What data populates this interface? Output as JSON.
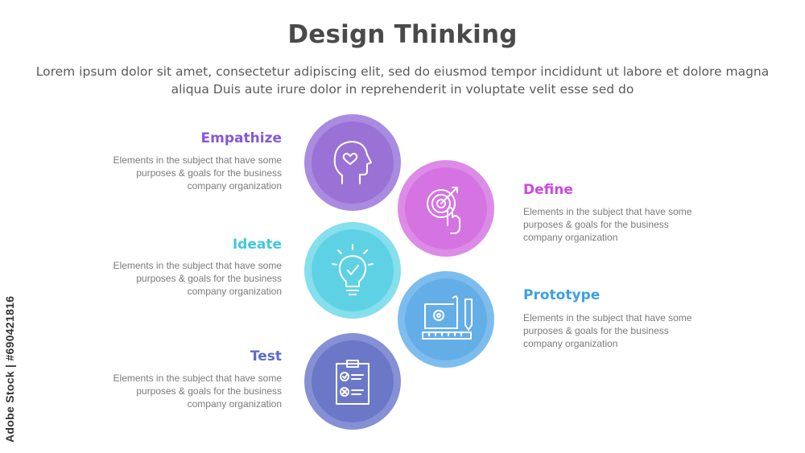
{
  "title": "Design Thinking",
  "subtitle": "Lorem ipsum dolor sit amet, consectetur adipiscing elit, sed do eiusmod tempor incididunt ut labore et dolore magna aliqua Duis aute irure dolor in reprehenderit in voluptate velit esse sed do",
  "watermark": "Adobe Stock | #690421816",
  "steps": [
    {
      "title": "Empathize",
      "desc": "Elements in the subject that have some\npurposes & goals  for the  business\ncompany organization",
      "color": "#8458d8",
      "circle_color": "#9a72d6",
      "ring_color": "#a98be0",
      "icon": "head-heart-icon"
    },
    {
      "title": "Define",
      "desc": "Elements in the subject that have some\npurposes & goals  for the  business\ncompany organization",
      "color": "#cf47e0",
      "circle_color": "#d573e2",
      "ring_color": "#dc8ce6",
      "icon": "target-hand-icon"
    },
    {
      "title": "Ideate",
      "desc": "Elements in the subject that have some\npurposes & goals  for the  business\ncompany organization",
      "color": "#3fc9dd",
      "circle_color": "#5ed2e4",
      "ring_color": "#86dfec",
      "icon": "lightbulb-icon"
    },
    {
      "title": "Prototype",
      "desc": "Elements in the subject that have some\npurposes & goals  for the  business\ncompany organization",
      "color": "#3e9fe3",
      "circle_color": "#64aee8",
      "ring_color": "#7cbdee",
      "icon": "blueprint-icon"
    },
    {
      "title": "Test",
      "desc": "Elements in the subject that have some\npurposes & goals  for the  business\ncompany organization",
      "color": "#5c69cc",
      "circle_color": "#6b78c8",
      "ring_color": "#8690d4",
      "icon": "clipboard-checklist-icon"
    }
  ]
}
